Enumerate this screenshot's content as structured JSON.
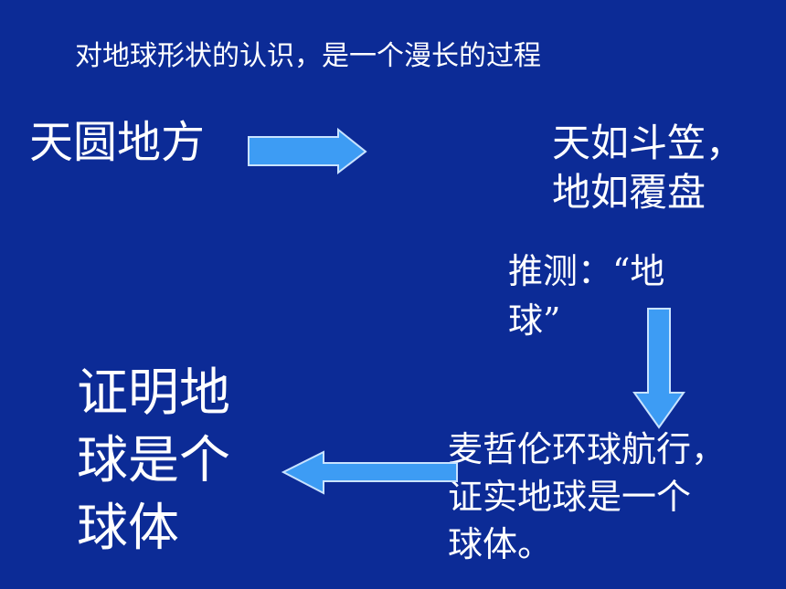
{
  "colors": {
    "background": "#0c2b96",
    "text": "#ffffff",
    "arrow_fill": "#3d9cf4",
    "arrow_stroke": "#c9e3ff"
  },
  "subtitle": "对地球形状的认识，是一个漫长的过程",
  "nodes": {
    "heaven_round_earth_square": "天圆地方",
    "heaven_like_hat": "天如斗笠，\n地如覆盘",
    "speculation": "推测：“地\n球”",
    "magellan": "麦哲伦环球航行，\n证实地球是一个\n球体。",
    "proof": "证明地\n球是个\n球体"
  },
  "icons": {
    "arrow_right": "arrow-right-icon",
    "arrow_down": "arrow-down-icon",
    "arrow_left": "arrow-left-icon"
  }
}
